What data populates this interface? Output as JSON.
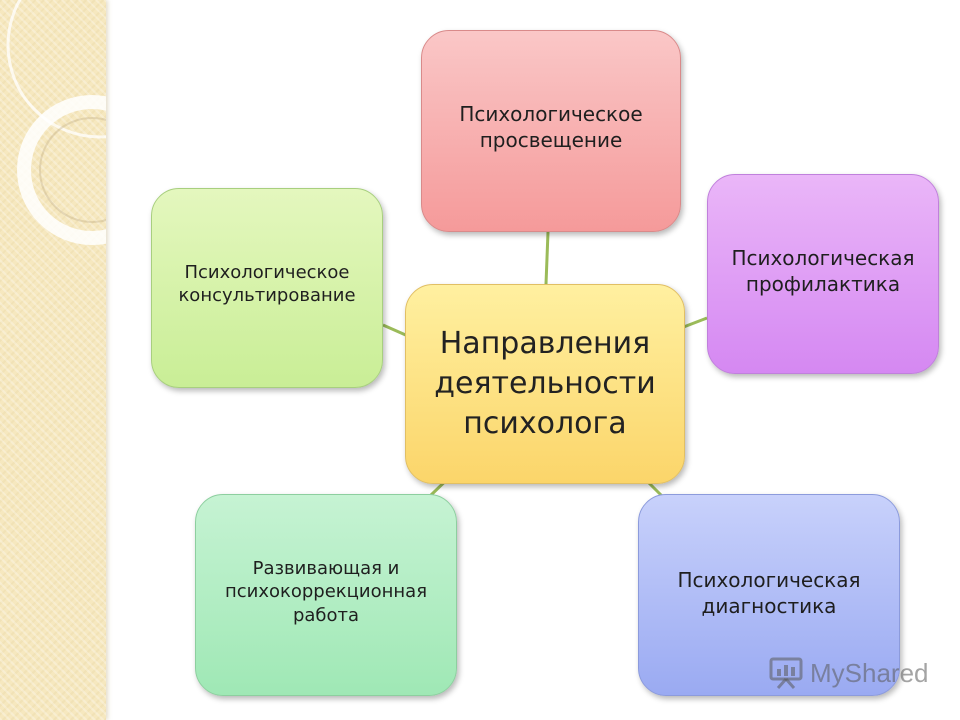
{
  "diagram": {
    "center": {
      "label": "Направления\nдеятельности\nпсихолога",
      "color": "#fbd56a"
    },
    "nodes": {
      "top": {
        "label": "Психологическое\nпросвещение",
        "color": "#f59a9a"
      },
      "right": {
        "label": "Психологическая\nпрофилактика",
        "color": "#d588f2"
      },
      "left": {
        "label": "Психологическое\nконсультирование",
        "color": "#c9ee96"
      },
      "bottom_left": {
        "label": "Развивающая и\nпсихокоррекционная\nработа",
        "color": "#9fe8b5"
      },
      "bottom_right": {
        "label": "Психологическая\nдиагностика",
        "color": "#9aaaf2"
      }
    },
    "connector_color": "#9bbb59"
  },
  "watermark": {
    "text": "MyShared",
    "icon": "presentation-board-icon"
  }
}
